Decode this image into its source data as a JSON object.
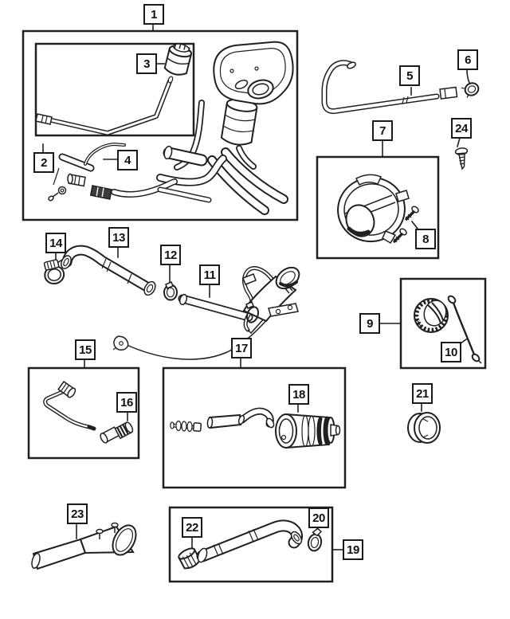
{
  "diagram": {
    "colors": {
      "background": "#ffffff",
      "line": "#231f20"
    }
  },
  "callouts": {
    "c1": {
      "label": "1"
    },
    "c2": {
      "label": "2"
    },
    "c3": {
      "label": "3"
    },
    "c4": {
      "label": "4"
    },
    "c5": {
      "label": "5"
    },
    "c6": {
      "label": "6"
    },
    "c7": {
      "label": "7"
    },
    "c8": {
      "label": "8"
    },
    "c9": {
      "label": "9"
    },
    "c10": {
      "label": "10"
    },
    "c11": {
      "label": "11"
    },
    "c12": {
      "label": "12"
    },
    "c13": {
      "label": "13"
    },
    "c14": {
      "label": "14"
    },
    "c15": {
      "label": "15"
    },
    "c16": {
      "label": "16"
    },
    "c17": {
      "label": "17"
    },
    "c18": {
      "label": "18"
    },
    "c19": {
      "label": "19"
    },
    "c20": {
      "label": "20"
    },
    "c21": {
      "label": "21"
    },
    "c22": {
      "label": "22"
    },
    "c23": {
      "label": "23"
    },
    "c24": {
      "label": "24"
    }
  }
}
